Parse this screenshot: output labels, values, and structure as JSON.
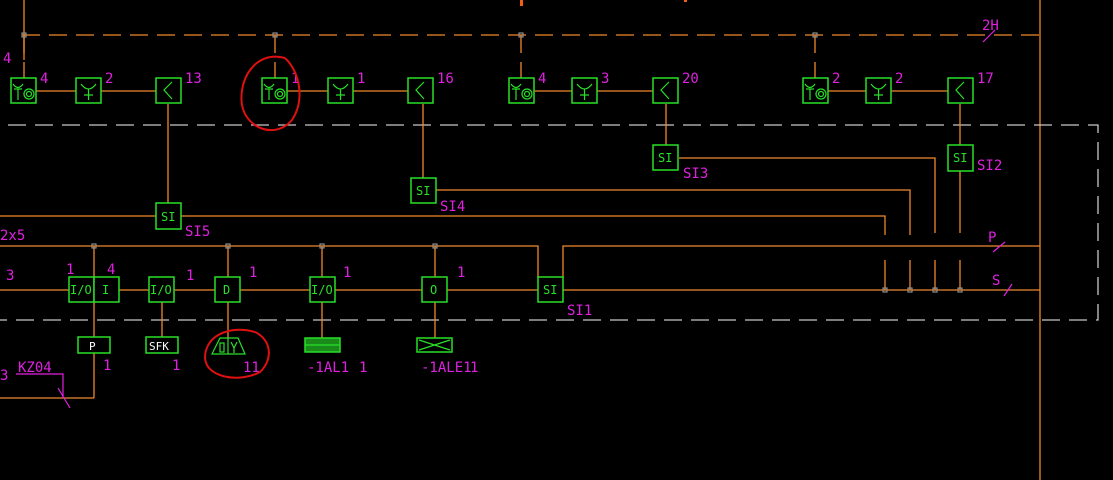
{
  "top_row": [
    {
      "type": "ytheta",
      "qty": "4"
    },
    {
      "type": "ycross",
      "qty": "2"
    },
    {
      "type": "signal",
      "qty": "13"
    },
    {
      "type": "ytheta",
      "qty": "1"
    },
    {
      "type": "ycross",
      "qty": "1"
    },
    {
      "type": "signal",
      "qty": "16"
    },
    {
      "type": "ytheta",
      "qty": "4"
    },
    {
      "type": "ycross",
      "qty": "3"
    },
    {
      "type": "signal",
      "qty": "20"
    },
    {
      "type": "ytheta",
      "qty": "2"
    },
    {
      "type": "ycross",
      "qty": "2"
    },
    {
      "type": "signal",
      "qty": "17"
    }
  ],
  "si_boxes": {
    "si5": {
      "text": "SI",
      "tag": "SI5"
    },
    "si4": {
      "text": "SI",
      "tag": "SI4"
    },
    "si3": {
      "text": "SI",
      "tag": "SI3"
    },
    "si2": {
      "text": "SI",
      "tag": "SI2"
    },
    "si1": {
      "text": "SI",
      "tag": "SI1"
    }
  },
  "bottom_row": [
    {
      "text": "I/O",
      "qty": "1"
    },
    {
      "text": "I",
      "qty": "4"
    },
    {
      "text": "I/O",
      "qty": "1"
    },
    {
      "text": "D",
      "qty": "1"
    },
    {
      "text": "I/O",
      "qty": "1"
    },
    {
      "text": "O",
      "qty": "1"
    }
  ],
  "devices": {
    "p": {
      "text": "P",
      "qty": "1"
    },
    "sfk": {
      "text": "SFK",
      "qty": "1"
    },
    "bv": {
      "qty": "11"
    },
    "al": {
      "tag": "-1AL1",
      "qty": "1"
    },
    "ale": {
      "tag": "-1ALE1",
      "qty": "1"
    }
  },
  "labels": {
    "left_top_qty": "4",
    "bus_2h": "2H",
    "left_2x5": "2x5",
    "left_3a": "3",
    "left_3b": "3",
    "kz": "KZ04",
    "bus_p": "P",
    "bus_s": "S"
  }
}
